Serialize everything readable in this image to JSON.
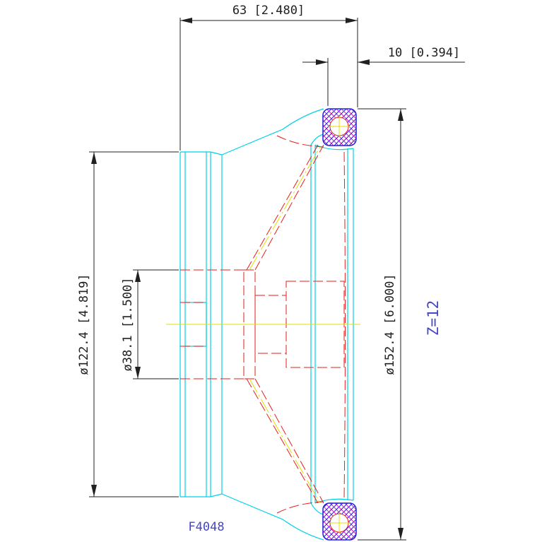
{
  "drawing": {
    "part_number": "F4048",
    "tooth_count": "Z=12",
    "colors": {
      "outline": "#00d2e6",
      "hidden": "#e61e1e",
      "centerline": "#e6dc00",
      "dimension": "#202020",
      "hatch_a": "#1e1ee6",
      "hatch_b": "#c81ec8",
      "label": "#4646c8"
    }
  },
  "dimensions": {
    "width_total": "63 [2.480]",
    "flange_width": "10 [0.394]",
    "hub_diameter": "ø122.4 [4.819]",
    "bore_diameter": "ø38.1 [1.500]",
    "outer_diameter": "ø152.4 [6.000]"
  }
}
